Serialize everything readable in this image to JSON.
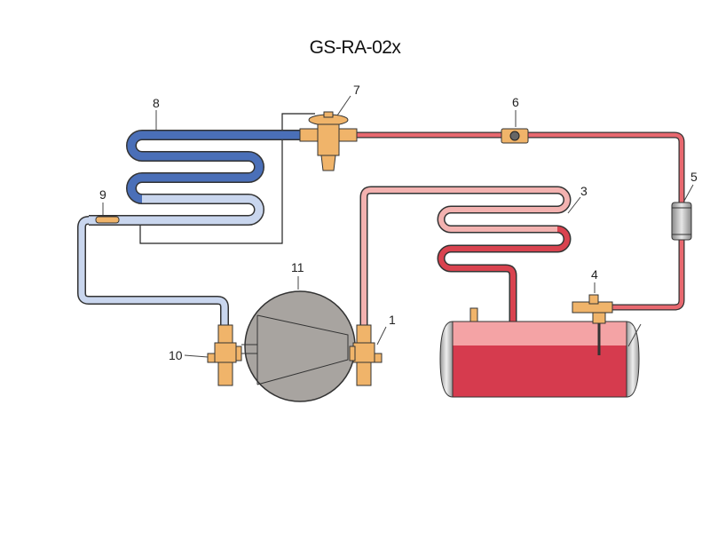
{
  "title": "GS-RA-02x",
  "colors": {
    "evaporator_dark": "#4a6fb8",
    "evaporator_light": "#c9d6ee",
    "hot_gas": "#d9434f",
    "liquid_line": "#e8686f",
    "condenser_light": "#f3b2b0",
    "brass": "#f0b46a",
    "compressor": "#a8a4a0",
    "receiver_liquid": "#d63b4e",
    "receiver_vapor": "#f4a3a5",
    "receiver_cap": "#d8d8d8"
  },
  "components": [
    {
      "id": "1",
      "label": "1",
      "name": "discharge-service-valve"
    },
    {
      "id": "3",
      "label": "3",
      "name": "condenser"
    },
    {
      "id": "4",
      "label": "4",
      "name": "receiver-valve"
    },
    {
      "id": "5",
      "label": "5",
      "name": "filter-drier"
    },
    {
      "id": "6",
      "label": "6",
      "name": "sight-glass"
    },
    {
      "id": "7",
      "label": "7",
      "name": "expansion-valve"
    },
    {
      "id": "8",
      "label": "8",
      "name": "evaporator"
    },
    {
      "id": "9",
      "label": "9",
      "name": "sensing-bulb"
    },
    {
      "id": "10",
      "label": "10",
      "name": "suction-service-valve"
    },
    {
      "id": "11",
      "label": "11",
      "name": "compressor"
    },
    {
      "id": "r",
      "label": "",
      "name": "receiver"
    }
  ]
}
